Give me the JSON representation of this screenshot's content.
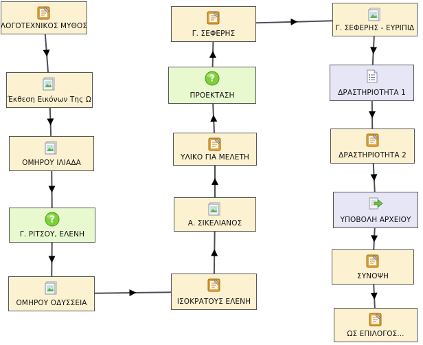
{
  "nodes": [
    {
      "id": "n1",
      "label": "ΛΟΓΟΤΕΧΝΙΚΟΣ ΜΥΘΟΣ",
      "icon": "notebook-icon",
      "kind": "activity"
    },
    {
      "id": "n2",
      "label": "Έκθεση Εικόνων Της Ω",
      "icon": "image-icon",
      "kind": "activity"
    },
    {
      "id": "n3",
      "label": "ΟΜΗΡΟΥ ΙΛΙΑΔΑ",
      "icon": "image-icon",
      "kind": "activity"
    },
    {
      "id": "n4",
      "label": "Γ. ΡΙΤΣΟΥ, ΕΛΕΝΗ",
      "icon": "question-icon",
      "kind": "question"
    },
    {
      "id": "n5",
      "label": "ΟΜΗΡΟΥ ΟΔΥΣΣΕΙΑ",
      "icon": "image-icon",
      "kind": "activity"
    },
    {
      "id": "n6",
      "label": "ΙΣΟΚΡΑΤΟΥΣ ΕΛΕΝΗ",
      "icon": "notebook-icon",
      "kind": "activity"
    },
    {
      "id": "n7",
      "label": "Α. ΣΙΚΕΛΙΑΝΟΣ",
      "icon": "image-icon",
      "kind": "activity"
    },
    {
      "id": "n8",
      "label": "ΥΛΙΚΟ ΓΙΑ ΜΕΛΕΤΗ",
      "icon": "notebook-icon",
      "kind": "activity"
    },
    {
      "id": "n9",
      "label": "ΠΡΟΕΚΤΑΣΗ",
      "icon": "question-icon",
      "kind": "question"
    },
    {
      "id": "n10",
      "label": "Γ. ΣΕΦΕΡΗΣ",
      "icon": "notebook-icon",
      "kind": "activity"
    },
    {
      "id": "n11",
      "label": "Γ. ΣΕΦΕΡΗΣ - ΕΥΡΙΠΙΔ",
      "icon": "image-icon",
      "kind": "activity"
    },
    {
      "id": "n12",
      "label": "ΔΡΑΣΤΗΡΙΟΤΗΤΑ 1",
      "icon": "worksheet-icon",
      "kind": "worksheet"
    },
    {
      "id": "n13",
      "label": "ΔΡΑΣΤΗΡΙΟΤΗΤΑ 2",
      "icon": "notebook-icon",
      "kind": "activity"
    },
    {
      "id": "n14",
      "label": "ΥΠΟΒΟΛΗ ΑΡΧΕΙΟΥ",
      "icon": "upload-icon",
      "kind": "upload"
    },
    {
      "id": "n15",
      "label": "ΣΥΝΟΨΗ",
      "icon": "notebook-icon",
      "kind": "activity"
    },
    {
      "id": "n16",
      "label": "ΩΣ ΕΠΙΛΟΓΟΣ...",
      "icon": "notebook-icon",
      "kind": "activity"
    }
  ],
  "edges": [
    [
      "n1",
      "n2"
    ],
    [
      "n2",
      "n3"
    ],
    [
      "n3",
      "n4"
    ],
    [
      "n4",
      "n5"
    ],
    [
      "n5",
      "n6"
    ],
    [
      "n6",
      "n7"
    ],
    [
      "n7",
      "n8"
    ],
    [
      "n8",
      "n9"
    ],
    [
      "n9",
      "n10"
    ],
    [
      "n10",
      "n11"
    ],
    [
      "n11",
      "n12"
    ],
    [
      "n12",
      "n13"
    ],
    [
      "n13",
      "n14"
    ],
    [
      "n14",
      "n15"
    ],
    [
      "n15",
      "n16"
    ]
  ],
  "colors": {
    "activity": "#fcf1d1",
    "question": "#e9f9cf",
    "worksheet": "#e6e6f6",
    "border": "#555555",
    "edge": "#4d4d5a",
    "notebook_orange": "#e2a13a",
    "question_green": "#7fcf3a",
    "upload_arrow": "#6cc24a"
  }
}
